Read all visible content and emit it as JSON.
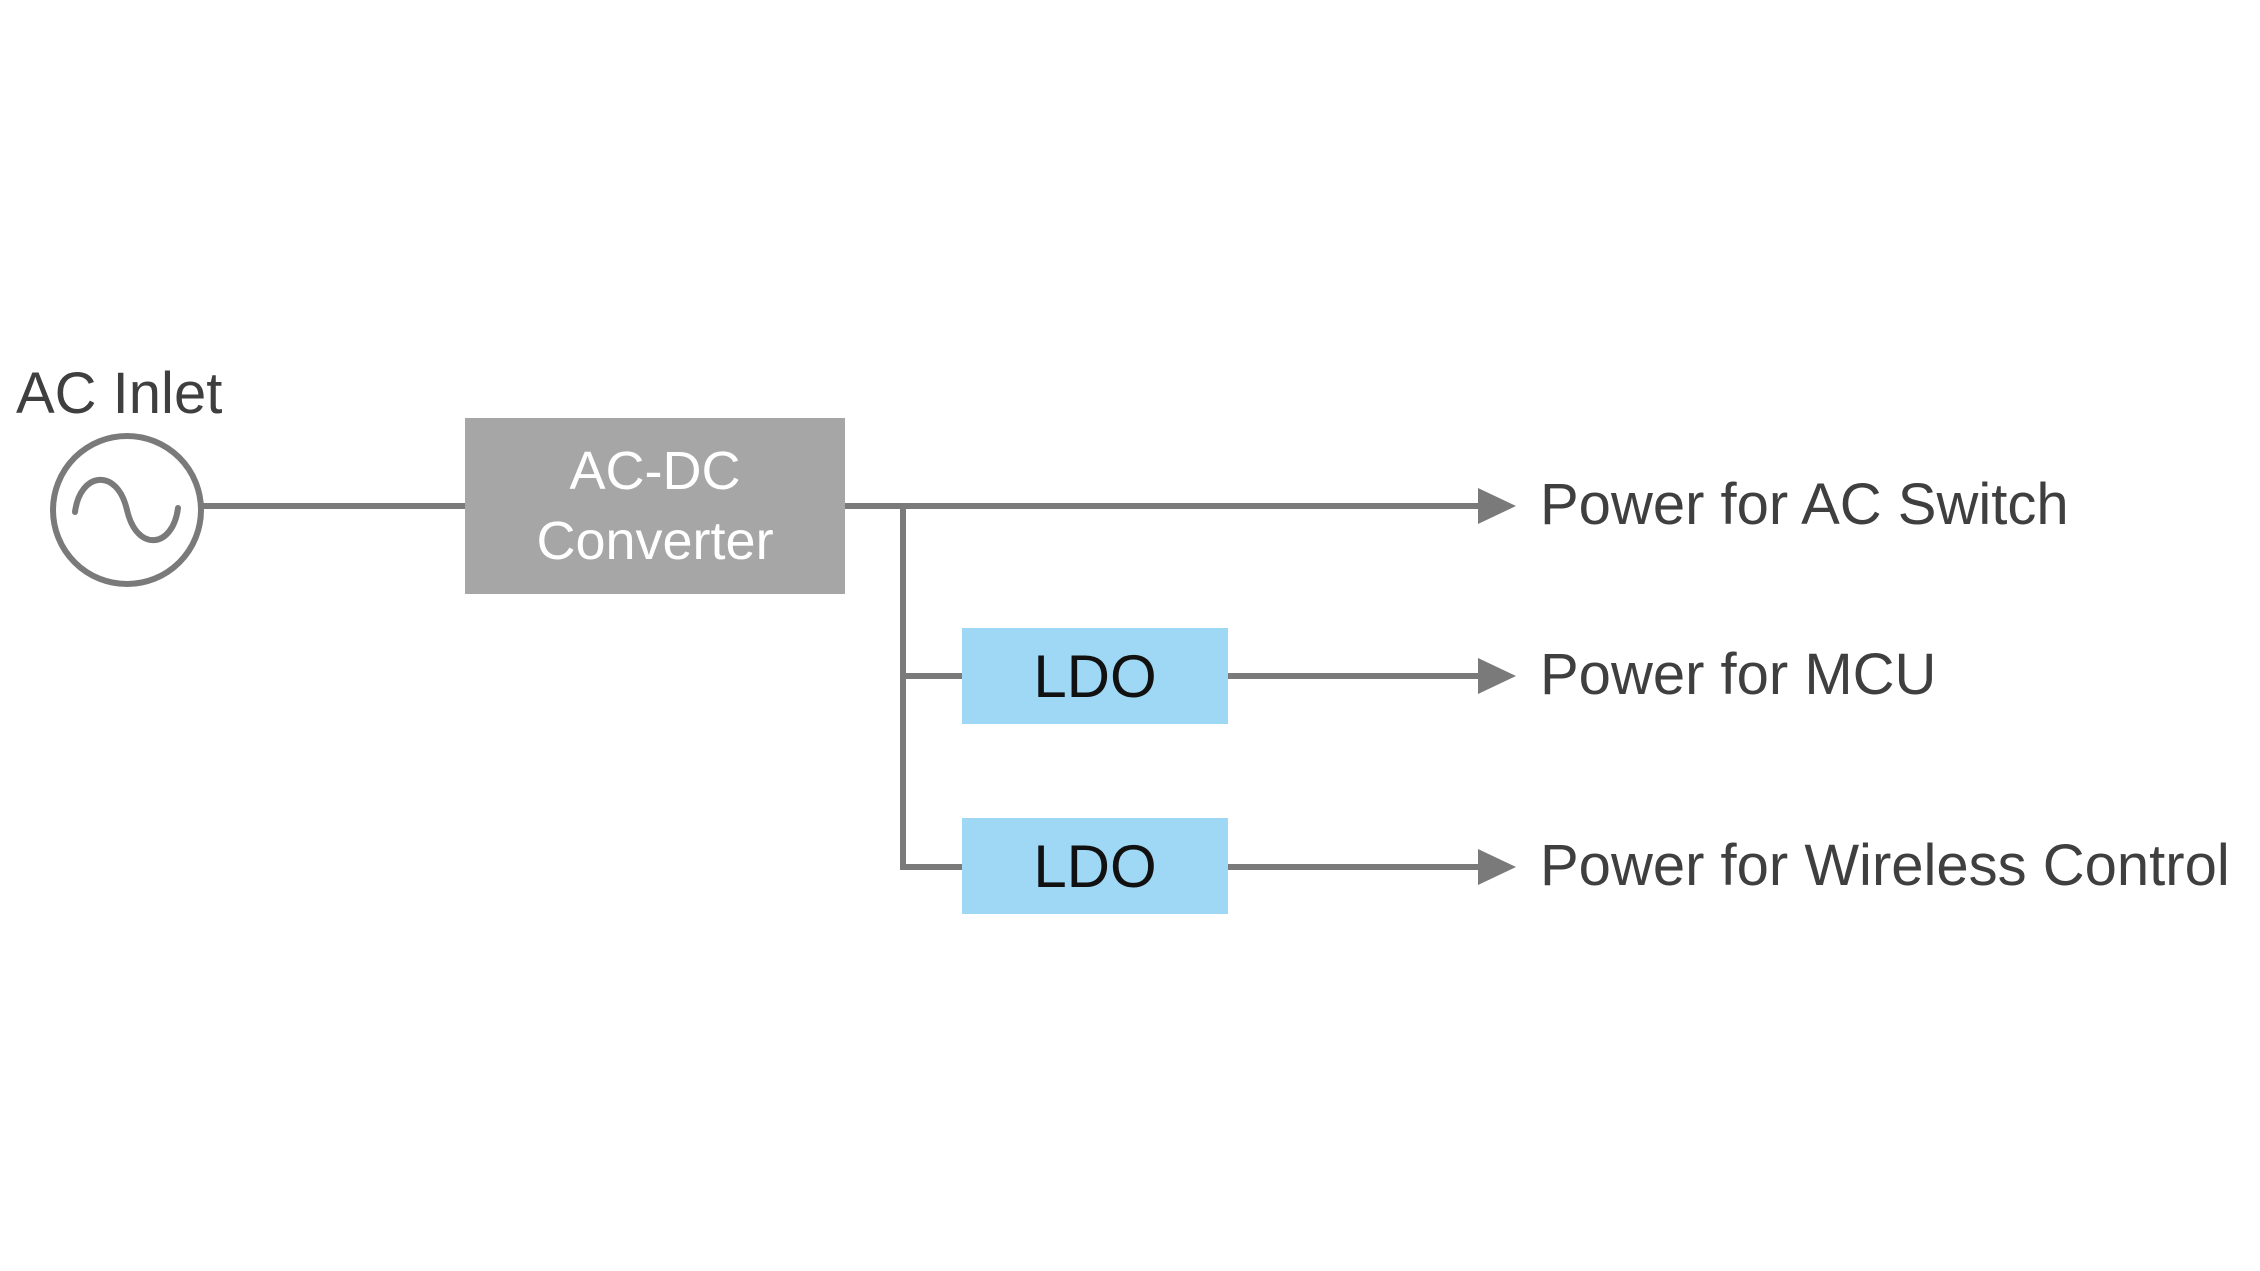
{
  "diagram": {
    "type": "power-tree",
    "ac_inlet": {
      "label": "AC Inlet",
      "icon": "ac-source-icon"
    },
    "converter": {
      "label": "AC-DC Converter"
    },
    "regulators": [
      {
        "label": "LDO"
      },
      {
        "label": "LDO"
      }
    ],
    "outputs": [
      {
        "label": "Power for AC Switch"
      },
      {
        "label": "Power for MCU"
      },
      {
        "label": "Power for Wireless Control"
      }
    ],
    "colors": {
      "connector": "#7a7a7a",
      "converter_fill": "#a6a6a6",
      "converter_text": "#ffffff",
      "ldo_fill": "#9ed8f5",
      "ldo_text": "#111111",
      "label_text": "#3f3f3f",
      "canvas_bg": "#ffffff"
    }
  }
}
